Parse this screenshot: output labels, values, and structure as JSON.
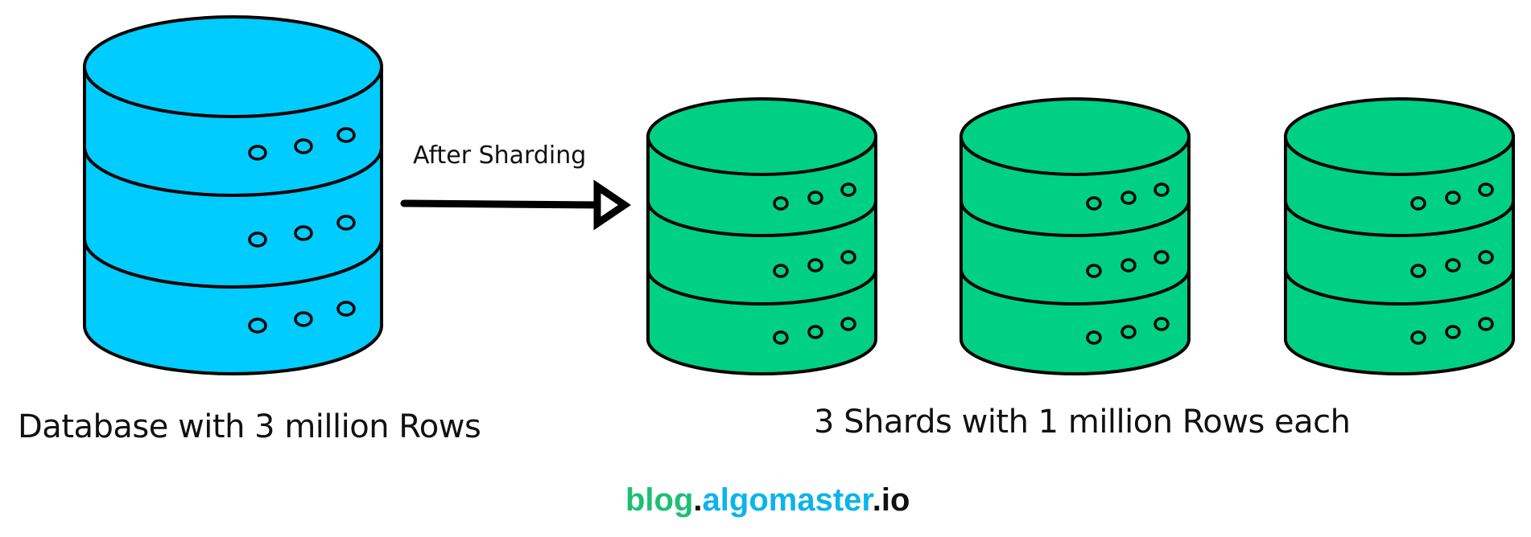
{
  "diagram": {
    "arrow_label": "After Sharding",
    "source_label": "Database with 3 million Rows",
    "shards_label": "3 Shards with 1 million Rows each",
    "colors": {
      "source_db": "#00CCFF",
      "shard_db": "#00D084",
      "stroke": "#000000"
    },
    "source_db": {
      "icon": "database-icon",
      "rows": "3 million"
    },
    "shards": [
      {
        "icon": "database-icon",
        "rows": "1 million"
      },
      {
        "icon": "database-icon",
        "rows": "1 million"
      },
      {
        "icon": "database-icon",
        "rows": "1 million"
      }
    ]
  },
  "footer": {
    "part1": "blog",
    "dot1": ".",
    "part2": "algomaster",
    "dot2": ".",
    "part3": "io",
    "colors": {
      "part1": "#1DBF73",
      "part2": "#0BB4EA",
      "part3": "#111111"
    }
  }
}
